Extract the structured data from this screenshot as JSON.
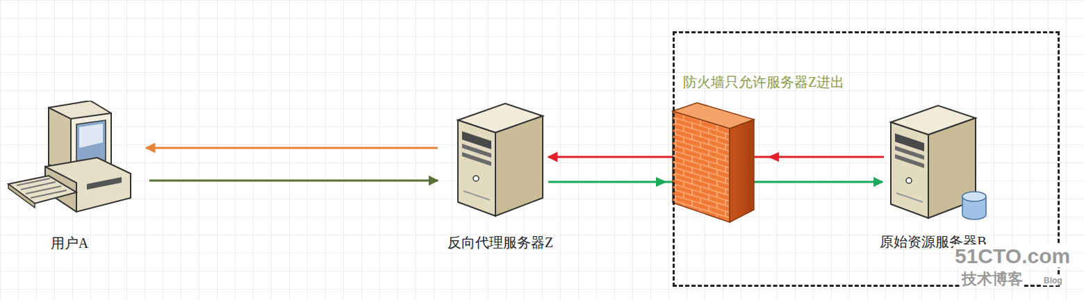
{
  "diagram": {
    "nodes": [
      {
        "text": [
          "用户A"
        ]
      },
      {
        "text": [
          "反向代理服务器Z"
        ]
      },
      {
        "text": [
          "防火墙只允许服务器Z进出"
        ]
      },
      {
        "text": [
          "原始资源服务器B"
        ],
        "in": 2
      }
    ],
    "edges": [
      {
        "from": 1,
        "to": 0,
        "arrow": "to"
      },
      {
        "from": 0,
        "to": 1,
        "arrow": "to"
      },
      {
        "from": 3,
        "to": 1,
        "arrow": "to"
      },
      {
        "from": 1,
        "to": 3,
        "arrow": "to"
      }
    ],
    "labels": [
      "51CTO.com",
      "技术博客",
      "Blog"
    ]
  }
}
